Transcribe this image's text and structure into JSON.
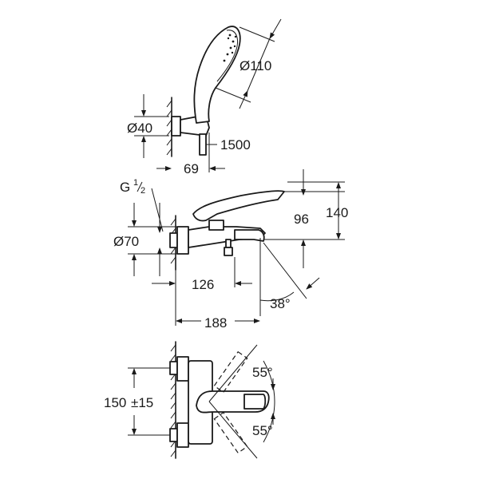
{
  "dimensions": {
    "handshower_diameter": "Ø110",
    "holder_diameter": "Ø40",
    "hose_length": "1500",
    "holder_projection": "69",
    "thread_letter": "G",
    "thread_fraction_num": "1",
    "thread_fraction_den": "2",
    "total_height": "140",
    "handle_height": "96",
    "escutcheon_diameter": "Ø70",
    "spout_offset": "126",
    "spout_angle": "38°",
    "total_projection": "188",
    "handle_angle_up": "55°",
    "handle_angle_down": "55°",
    "centres": "150",
    "centres_tolerance": "±15"
  },
  "colors": {
    "line": "#1a1a1a",
    "background": "#ffffff"
  }
}
